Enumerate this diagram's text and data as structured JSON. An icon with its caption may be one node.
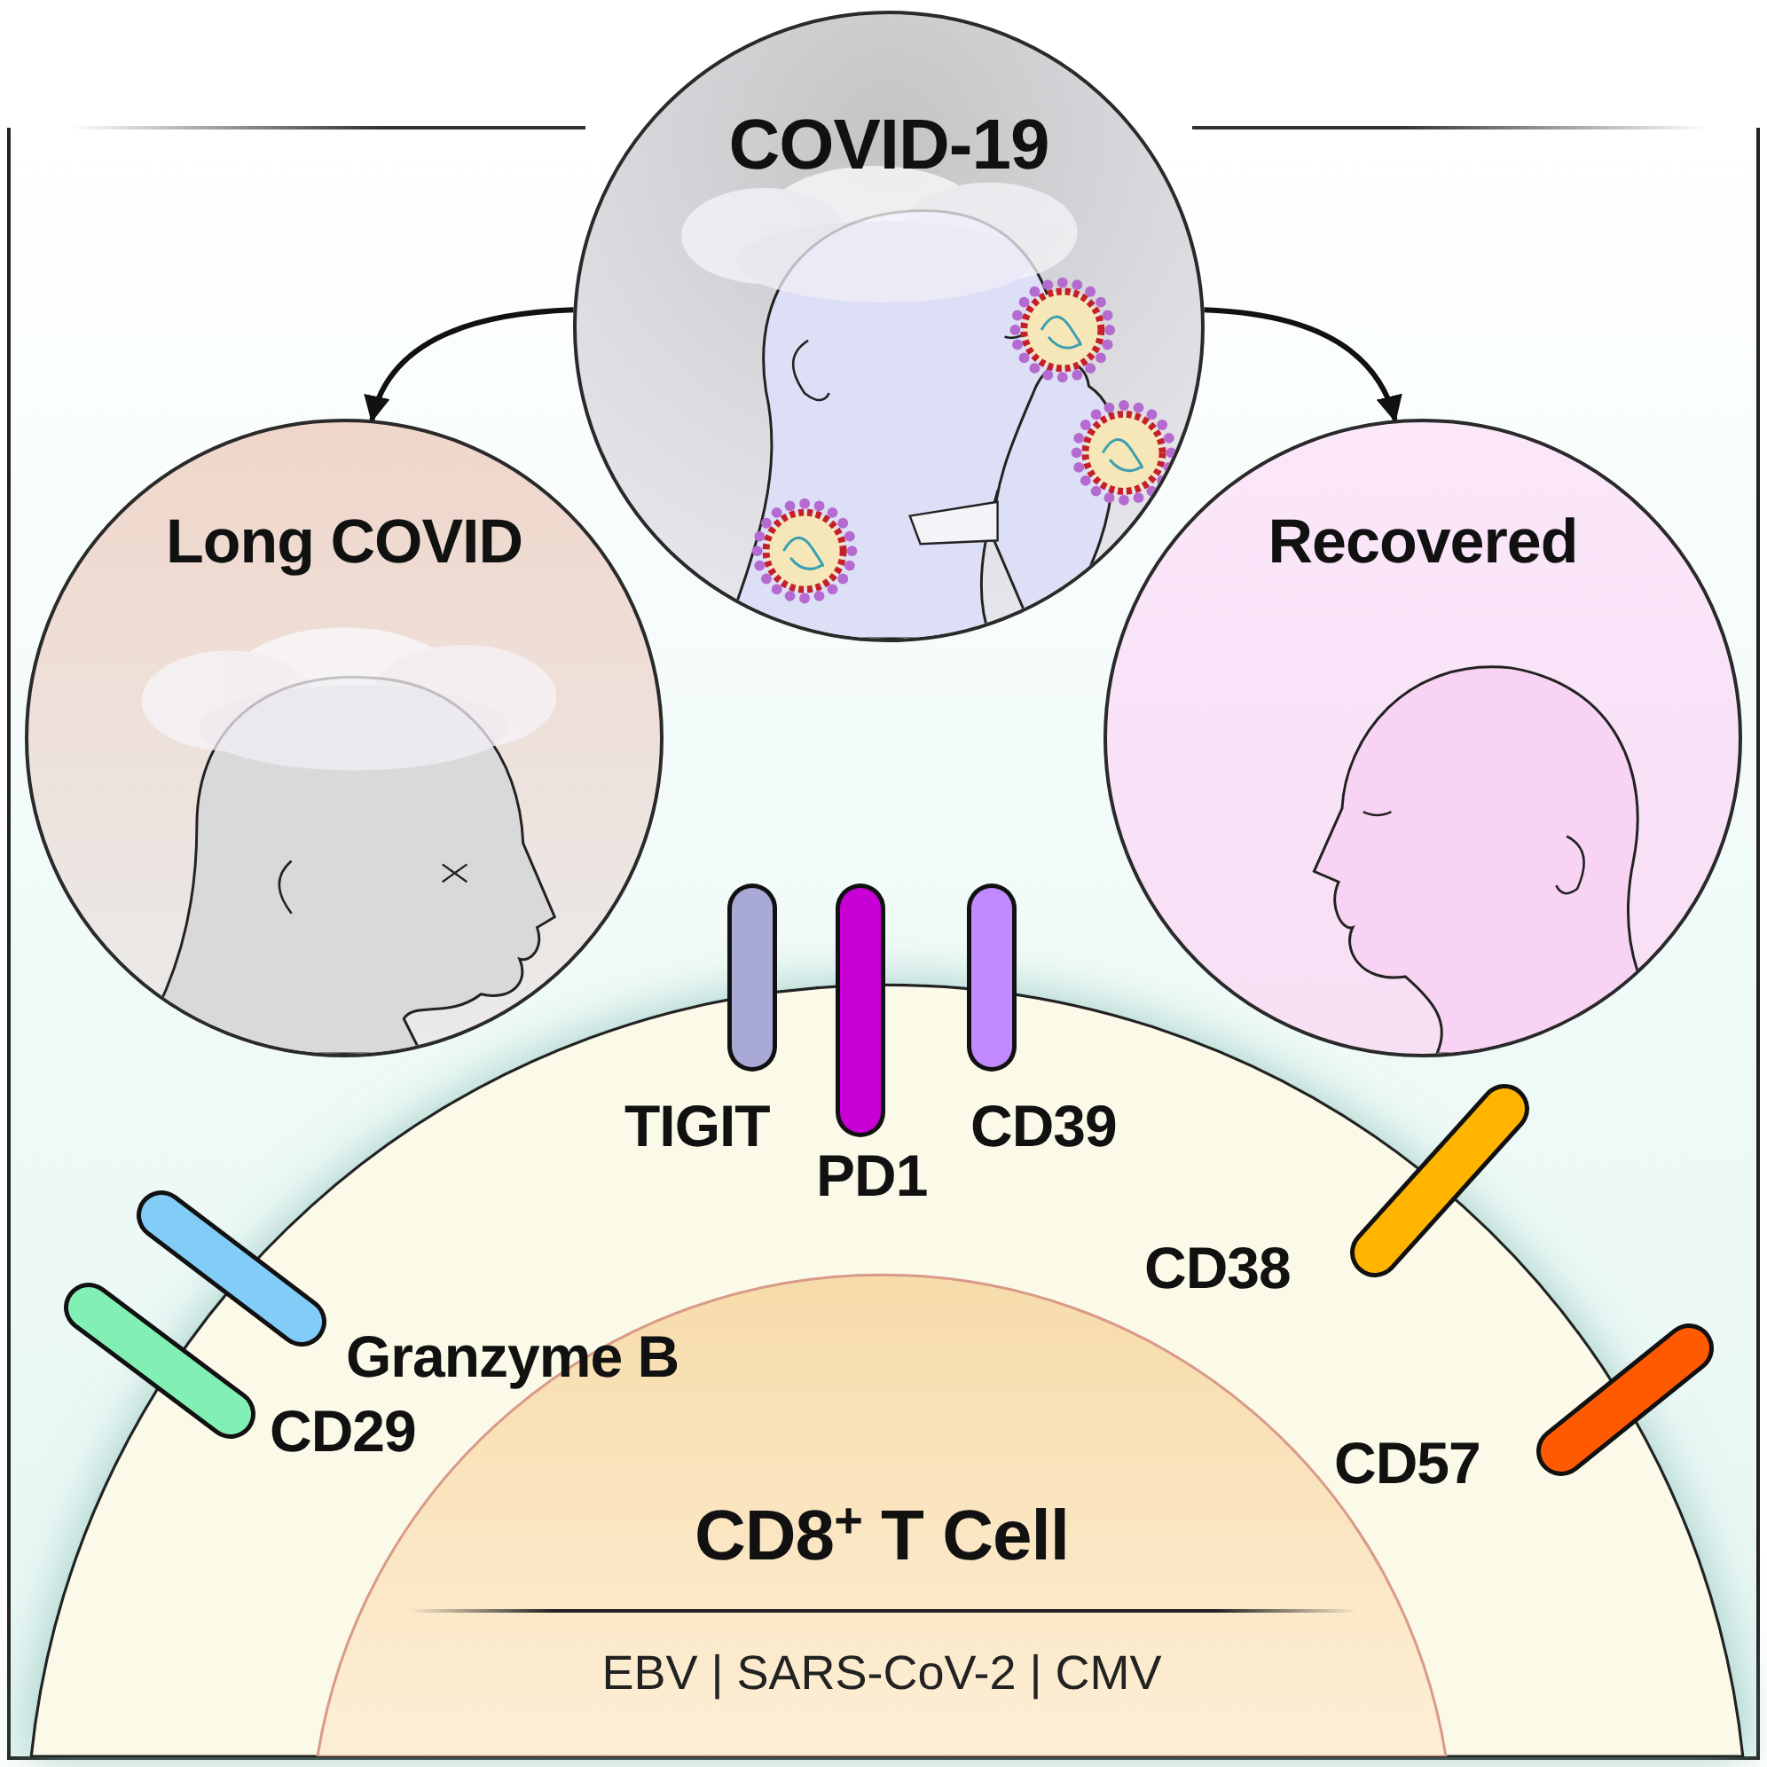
{
  "diagram": {
    "nodes": [
      {
        "text": [
          "COVID-19"
        ]
      },
      {
        "text": [
          "Long COVID"
        ]
      },
      {
        "text": [
          "Recovered"
        ]
      },
      {
        "text": [
          "CD8$^{+}$ T Cell",
          "EBV | SARS-CoV-2 | CMV"
        ]
      }
    ],
    "edges": [
      {
        "from": 0,
        "to": 1,
        "arrow": "to"
      },
      {
        "from": 0,
        "to": 2,
        "arrow": "to"
      }
    ],
    "labels": [
      "TIGIT",
      "PD1",
      "CD39",
      "CD38",
      "Granzyme B",
      "CD29",
      "CD57"
    ]
  }
}
